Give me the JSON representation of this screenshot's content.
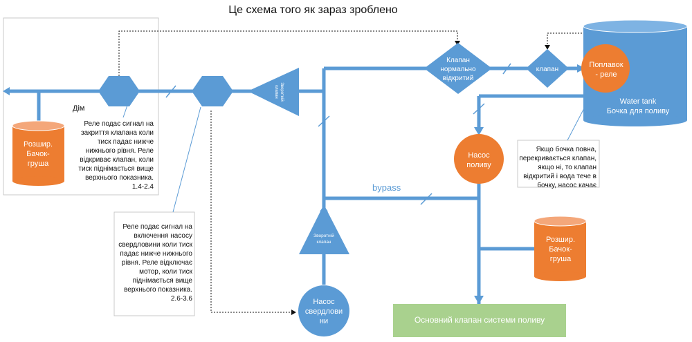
{
  "title": "Це схема того як зараз зроблено",
  "labels": {
    "house": "Дім",
    "bypass": "bypass",
    "expansion_tank_lines": [
      "Розшир.",
      "Бачок-",
      "груша"
    ],
    "check_valve_rotated": [
      "Зворотній",
      "клапан"
    ],
    "check_valve_vertical": [
      "Зворотній",
      "клапан"
    ],
    "valve_no": [
      "Клапан",
      "нормально",
      "відкритий"
    ],
    "valve": "клапан",
    "float_relay": [
      "Поплавок",
      "- реле"
    ],
    "water_tank": [
      "Water tank",
      "Бочка для поливу"
    ],
    "pump": [
      "Насос",
      "поливу"
    ],
    "well_pump": [
      "Насос",
      "свердлови",
      "ни"
    ],
    "main_valve": "Основний клапан системи поливу"
  },
  "notes": {
    "relay_valve": [
      "Реле подає сигнал на",
      "закриття клапана коли",
      "тиск падає нижче",
      "нижнього рівня. Реле",
      "відкриває клапан, коли",
      "тиск піднімається вище",
      "верхнього показника.",
      "1.4-2.4"
    ],
    "relay_pump": [
      "Реле подає сигнал на",
      "включення насосу",
      "свердловини коли тиск",
      "падає нижче нижнього",
      "рівня. Реле відключає",
      "мотор, коли тиск",
      "піднімається вище",
      "верхнього показника.",
      "2.6-3.6"
    ],
    "tank_full": [
      "Якщо бочка повна,",
      "перекривається клапан,",
      "якщо ні, то клапан",
      "відкритий і вода тече в",
      "бочку, насос качає"
    ]
  },
  "colors": {
    "pipe": "#5b9bd5",
    "component": "#5b9bd5",
    "orange": "#ed7d31",
    "green": "#a9d18e",
    "white_text": "#ffffff",
    "dark_text": "#111111"
  }
}
